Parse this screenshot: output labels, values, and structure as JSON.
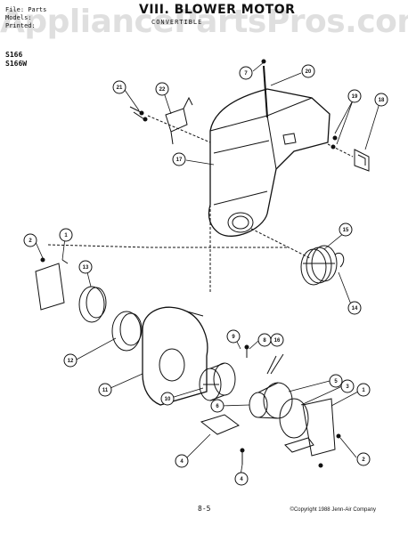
{
  "header": {
    "file_label": "File: Parts",
    "models_label": "Models:",
    "printed_label": "Printed:",
    "title": "VIII. BLOWER MOTOR",
    "subtitle": "CONVERTIBLE"
  },
  "models": [
    "S166",
    "S166W"
  ],
  "watermark": "AppliancePartsPros.com",
  "footer": {
    "page": "8-5",
    "copyright": "©Copyright 1988 Jenn-Air Company"
  },
  "callouts": [
    {
      "id": "c7a",
      "label": "7"
    },
    {
      "id": "c20",
      "label": "20"
    },
    {
      "id": "c21",
      "label": "21"
    },
    {
      "id": "c22",
      "label": "22"
    },
    {
      "id": "c19",
      "label": "19"
    },
    {
      "id": "c18",
      "label": "18"
    },
    {
      "id": "c17",
      "label": "17"
    },
    {
      "id": "c15",
      "label": "15"
    },
    {
      "id": "c2a",
      "label": "2"
    },
    {
      "id": "c1a",
      "label": "1"
    },
    {
      "id": "c13",
      "label": "13"
    },
    {
      "id": "c14",
      "label": "14"
    },
    {
      "id": "c12",
      "label": "12"
    },
    {
      "id": "c9",
      "label": "9"
    },
    {
      "id": "c8",
      "label": "8"
    },
    {
      "id": "c16",
      "label": "16"
    },
    {
      "id": "c11",
      "label": "11"
    },
    {
      "id": "c10",
      "label": "10"
    },
    {
      "id": "c5",
      "label": "5"
    },
    {
      "id": "c3",
      "label": "3"
    },
    {
      "id": "c1b",
      "label": "1"
    },
    {
      "id": "c6",
      "label": "6"
    },
    {
      "id": "c2b",
      "label": "2"
    },
    {
      "id": "c4a",
      "label": "4"
    },
    {
      "id": "c4b",
      "label": "4"
    }
  ]
}
